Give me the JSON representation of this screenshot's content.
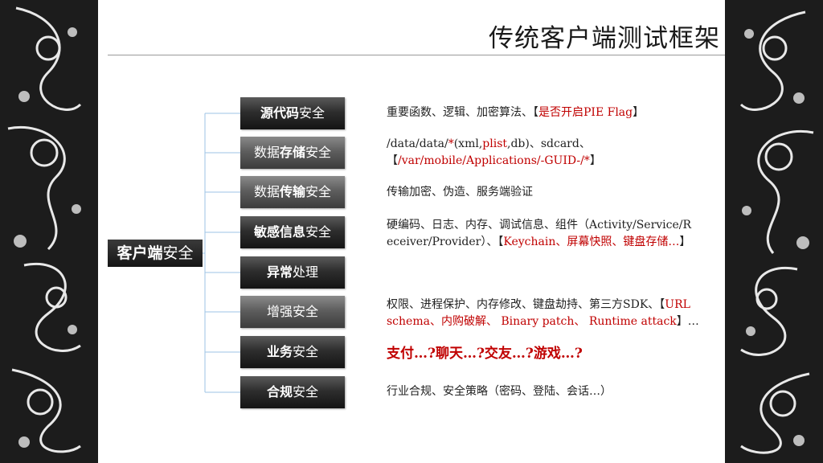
{
  "title": "传统客户端测试框架",
  "root": {
    "bold": "客户端",
    "rest": "安全"
  },
  "categories": [
    {
      "bold": "源代码",
      "rest": "安全",
      "lead": ""
    },
    {
      "bold": "存储",
      "rest": "安全",
      "lead": "数据"
    },
    {
      "bold": "传输",
      "rest": "安全",
      "lead": "数据"
    },
    {
      "bold": "敏感信息",
      "rest": "安全",
      "lead": ""
    },
    {
      "bold": "异常",
      "rest": "处理",
      "lead": ""
    },
    {
      "bold": "",
      "rest": "增强安全",
      "lead": ""
    },
    {
      "bold": "业务",
      "rest": "安全",
      "lead": ""
    },
    {
      "bold": "合规",
      "rest": "安全",
      "lead": ""
    }
  ],
  "descriptions": {
    "d0": {
      "a": "重要函数、逻辑、加密算法、【",
      "b": "是否开启PIE Flag",
      "c": "】"
    },
    "d1": {
      "a": "/data/data/",
      "b": "*",
      "c": "(xml,",
      "d": "plist",
      "e": ",db)、sdcard、",
      "f": "【",
      "g": "/var/mobile/Applications/-GUID-/*",
      "h": "】"
    },
    "d2": {
      "a": "传输加密、伪造、服务端验证"
    },
    "d3": {
      "a": "硬编码、日志、内存、调试信息、组件（Activity/Service/R",
      "b": "eceiver/Provider）、【",
      "c": "Keychain、屏幕快照、键盘存储…",
      "d": "】"
    },
    "d5": {
      "a": "权限、进程保护、内存修改、键盘劫持、第三方SDK、【",
      "b": "URL",
      "c": "schema、内购破解、 Binary patch、 Runtime attack",
      "d": "】…"
    },
    "d6": {
      "a": "支付…?聊天…?交友…?游戏…?"
    },
    "d7": {
      "a": "行业合规、安全策略（密码、登陆、会话…）"
    }
  },
  "colors": {
    "accent_red": "#c00000",
    "box_dark": "#141414",
    "line_blue": "#9dc3e6"
  }
}
